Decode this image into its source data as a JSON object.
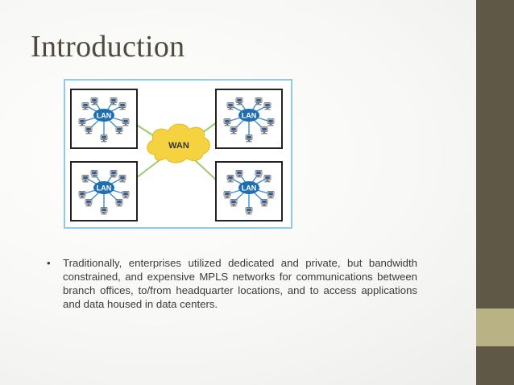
{
  "title": "Introduction",
  "diagram": {
    "wan_label": "WAN",
    "lan_label": "LAN",
    "lans": [
      "LAN",
      "LAN",
      "LAN",
      "LAN"
    ],
    "colors": {
      "frame": "#8fcbe9",
      "cloud": "#f5d240",
      "link": "#9acd6a",
      "hub": "#1f6fb0",
      "spoke": "#3a8ed0"
    }
  },
  "bullet": {
    "marker": "•",
    "text": "Traditionally, enterprises utilized dedicated and private, but bandwidth constrained, and expensive MPLS networks for communications between branch offices, to/from headquarter locations, and to access applications and data housed in data centers."
  },
  "colors": {
    "sidebar": "#5f5847",
    "sidebar_accent": "#b8b285",
    "title": "#4f4a3d"
  }
}
